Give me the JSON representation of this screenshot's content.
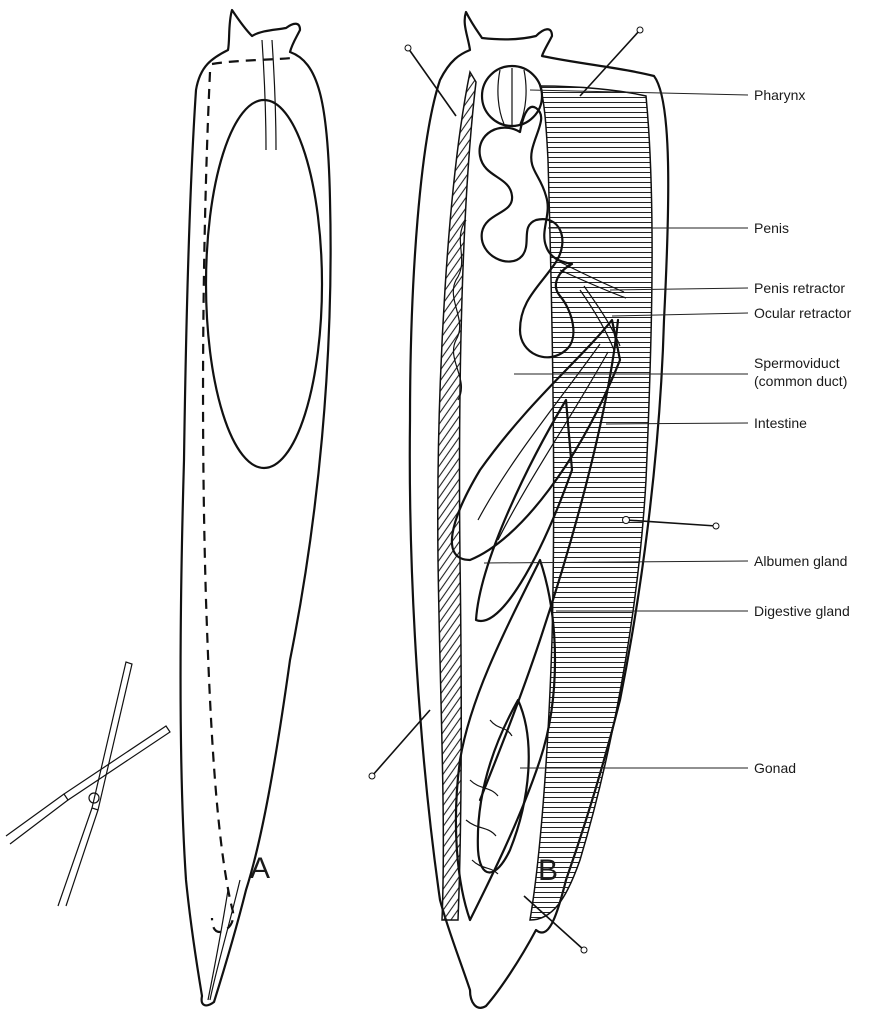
{
  "figure": {
    "panel_a_letter": "A",
    "panel_b_letter": "B",
    "labels": [
      {
        "id": "pharynx",
        "text": "Pharynx"
      },
      {
        "id": "penis",
        "text": "Penis"
      },
      {
        "id": "penis-retractor",
        "text": "Penis retractor"
      },
      {
        "id": "ocular-retractor",
        "text": "Ocular retractor"
      },
      {
        "id": "spermoviduct",
        "text": "Spermoviduct"
      },
      {
        "id": "spermoviduct-sub",
        "text": "(common duct)"
      },
      {
        "id": "intestine",
        "text": "Intestine"
      },
      {
        "id": "albumen-gland",
        "text": "Albumen gland"
      },
      {
        "id": "digestive-gland",
        "text": "Digestive gland"
      },
      {
        "id": "gonad",
        "text": "Gonad"
      }
    ]
  }
}
